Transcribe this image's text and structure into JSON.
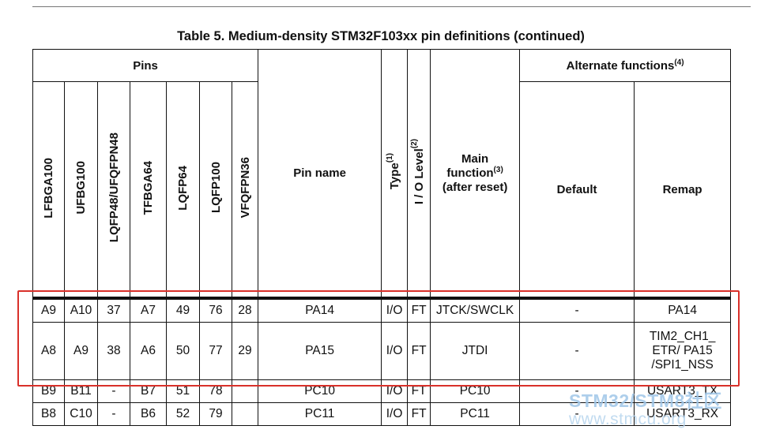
{
  "caption": {
    "text": "Table 5. Medium-density STM32F103xx pin definitions (continued)"
  },
  "header": {
    "pins_group": "Pins",
    "alt_group": "Alternate functions",
    "alt_group_note": "(4)",
    "packages": [
      "LFBGA100",
      "UFBG100",
      "LQFP48/UFQFPN48",
      "TFBGA64",
      "LQFP64",
      "LQFP100",
      "VFQFPN36"
    ],
    "pin_name": "Pin name",
    "type": "Type",
    "type_note": "(1)",
    "io_level": "I / O Level",
    "io_level_note": "(2)",
    "main_function_line1": "Main",
    "main_function_line2": "function",
    "main_function_note": "(3)",
    "main_function_line3": "(after reset)",
    "default": "Default",
    "remap": "Remap"
  },
  "rows": [
    {
      "pins": [
        "A9",
        "A10",
        "37",
        "A7",
        "49",
        "76",
        "28"
      ],
      "pin_name": "PA14",
      "type": "I/O",
      "io_level": "FT",
      "main_function": "JTCK/SWCLK",
      "default": "-",
      "remap": [
        "PA14"
      ]
    },
    {
      "pins": [
        "A8",
        "A9",
        "38",
        "A6",
        "50",
        "77",
        "29"
      ],
      "pin_name": "PA15",
      "type": "I/O",
      "io_level": "FT",
      "main_function": "JTDI",
      "default": "-",
      "remap": [
        "TIM2_CH1_",
        "ETR/ PA15",
        "/SPI1_NSS"
      ]
    },
    {
      "pins": [
        "B9",
        "B11",
        "-",
        "B7",
        "51",
        "78",
        ""
      ],
      "pin_name": "PC10",
      "type": "I/O",
      "io_level": "FT",
      "main_function": "PC10",
      "default": "-",
      "remap": [
        "USART3_TX"
      ]
    },
    {
      "pins": [
        "B8",
        "C10",
        "-",
        "B6",
        "52",
        "79",
        ""
      ],
      "pin_name": "PC11",
      "type": "I/O",
      "io_level": "FT",
      "main_function": "PC11",
      "default": "-",
      "remap": [
        "USART3_RX"
      ]
    }
  ],
  "watermark": {
    "line1": "STM32/STM8社区",
    "line2": "www.stmcu.org"
  }
}
